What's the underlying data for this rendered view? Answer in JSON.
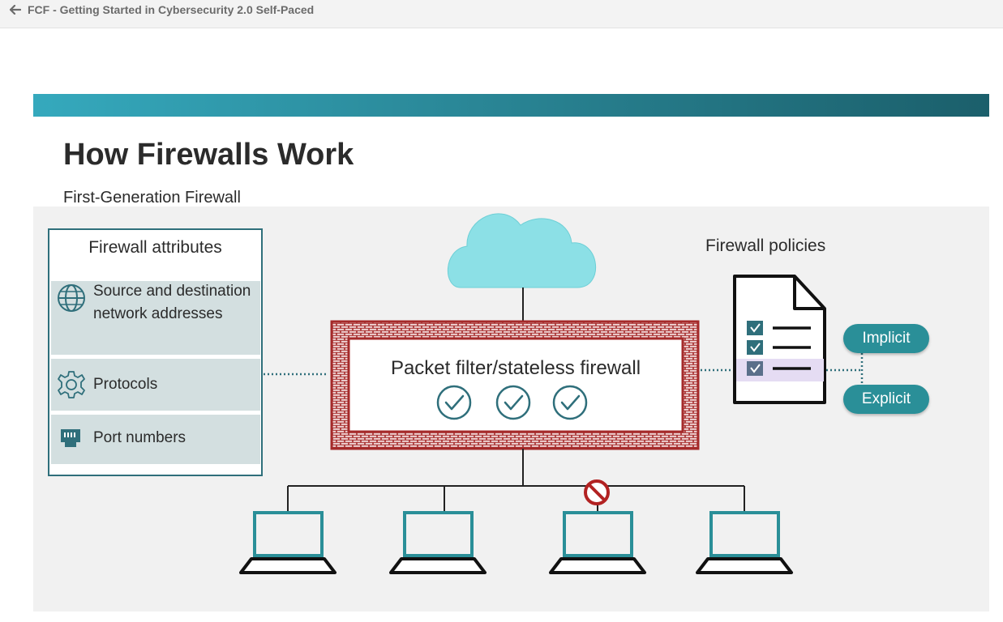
{
  "topbar": {
    "back_label": "FCF - Getting Started in Cybersecurity 2.0 Self-Paced"
  },
  "page": {
    "title": "How Firewalls Work",
    "subtitle": "First-Generation Firewall"
  },
  "attributes_panel": {
    "title": "Firewall attributes",
    "items": [
      {
        "label": "Source and destination network addresses",
        "icon": "globe-icon"
      },
      {
        "label": "Protocols",
        "icon": "gear-icon"
      },
      {
        "label": "Port numbers",
        "icon": "network-port-icon"
      }
    ]
  },
  "firewall": {
    "label": "Packet filter/stateless firewall",
    "checks": 3
  },
  "policies": {
    "title": "Firewall policies",
    "implicit_label": "Implicit",
    "explicit_label": "Explicit"
  },
  "network": {
    "devices": 4,
    "blocked_device_index": 2
  },
  "colors": {
    "teal": "#2a8f98",
    "dark_teal": "#2f6f7b",
    "firewall_red": "#a52a2a",
    "cloud": "#8ce0e6",
    "block_red": "#b22222"
  }
}
